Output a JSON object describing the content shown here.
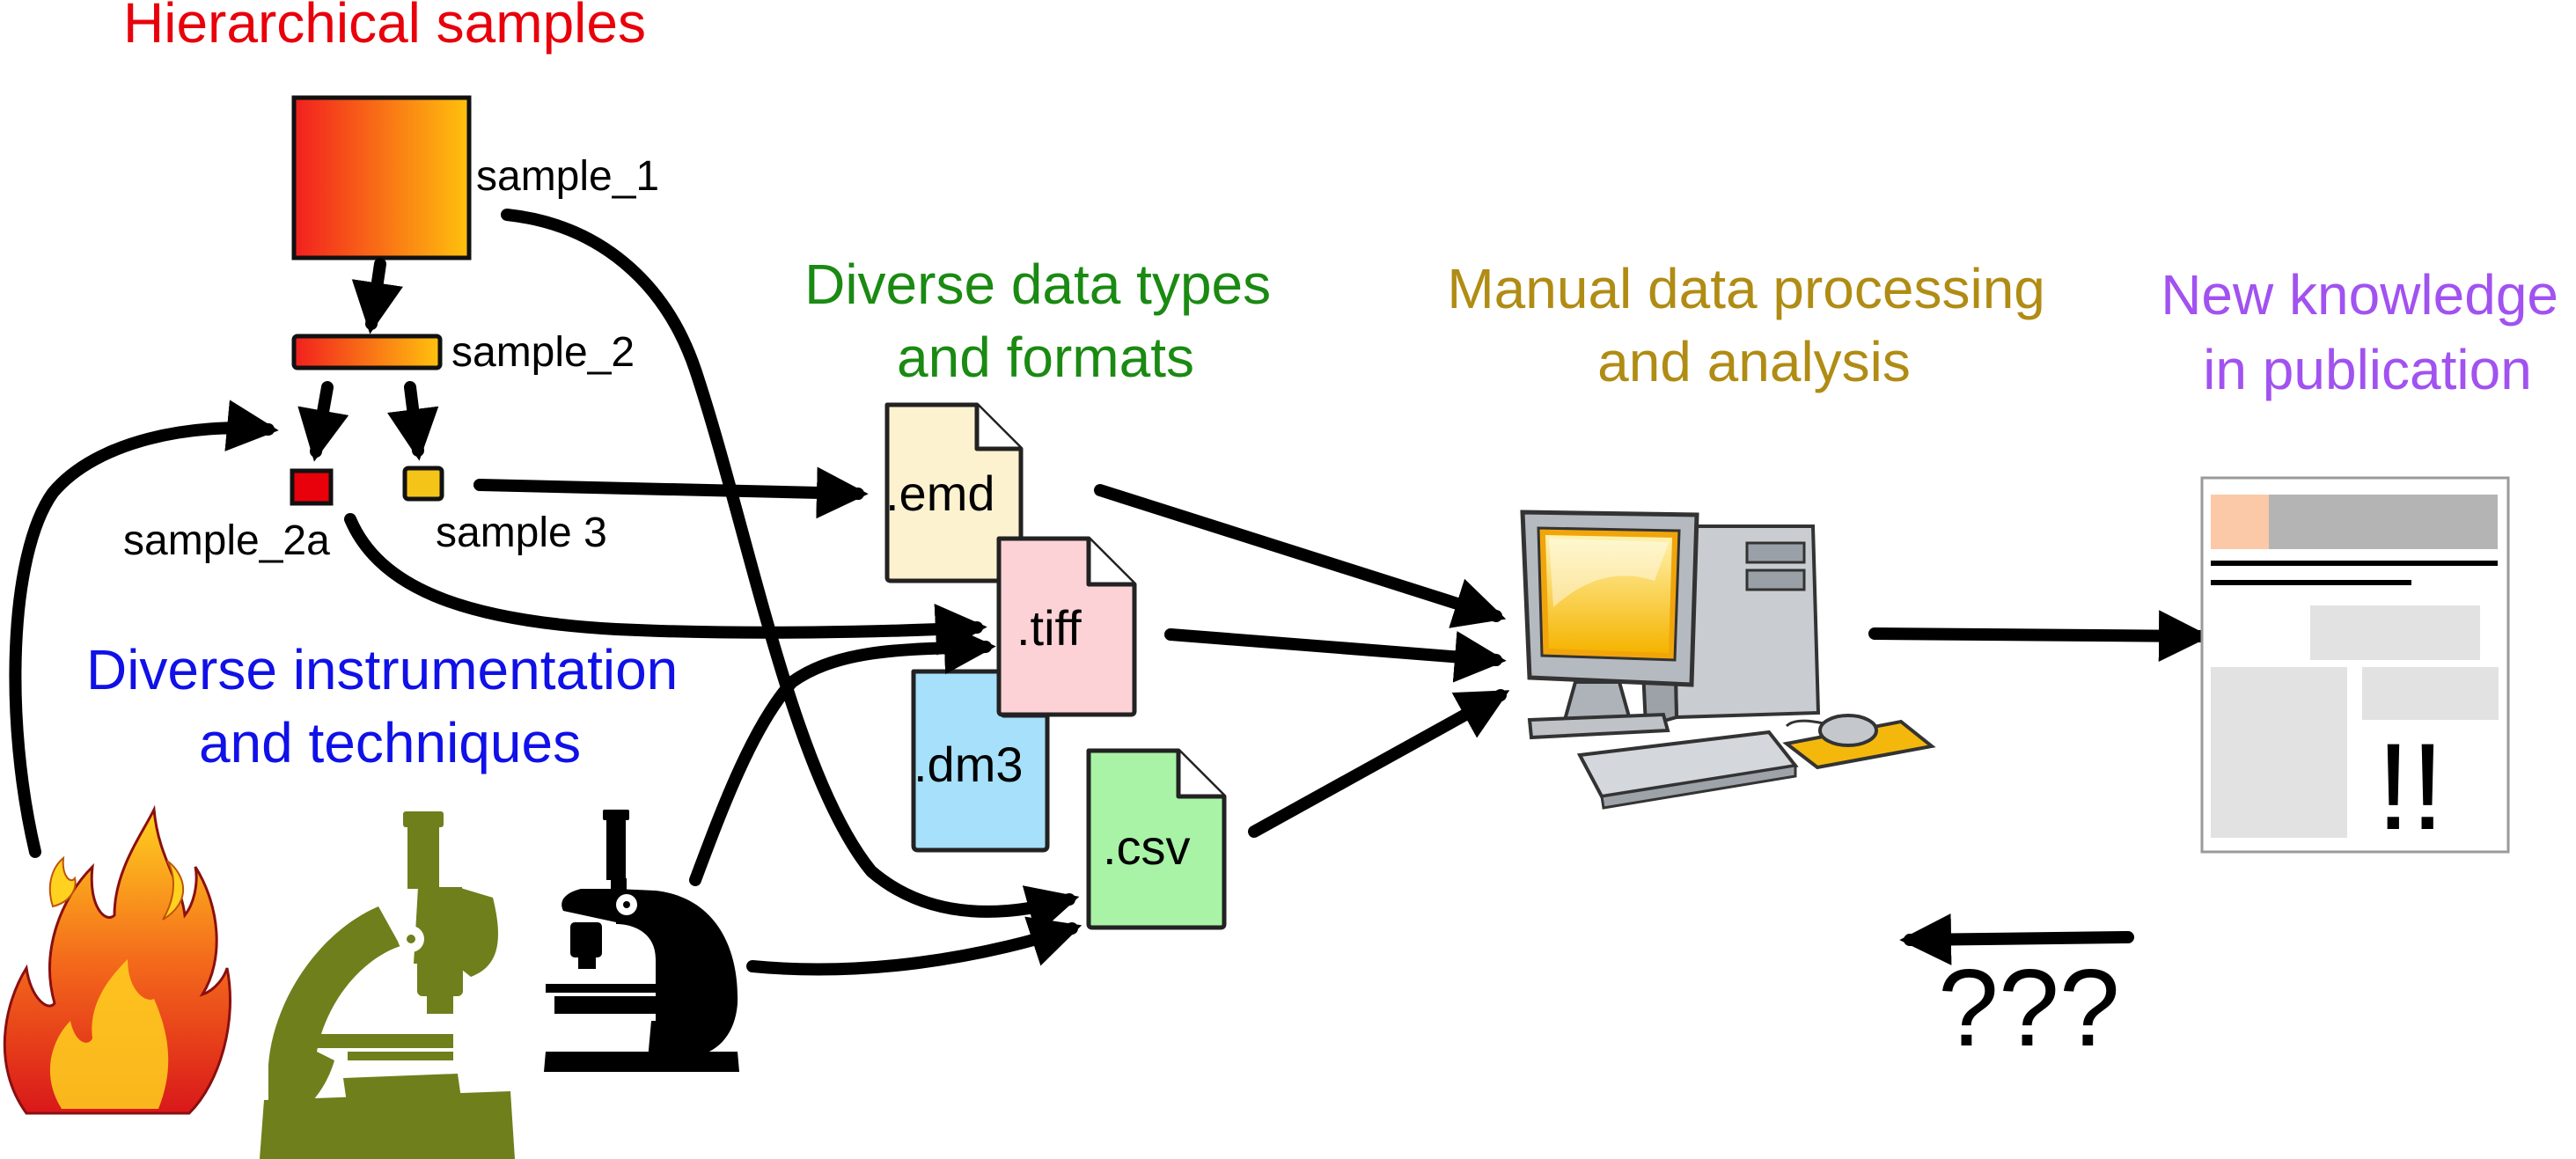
{
  "headings": {
    "samples": "Hierarchical samples",
    "data_types": [
      "Diverse data types",
      "and formats"
    ],
    "processing": [
      "Manual data processing",
      "and analysis"
    ],
    "knowledge": [
      "New knowledge",
      "in publication"
    ],
    "instruments": [
      "Diverse instrumentation",
      "and techniques"
    ]
  },
  "samples": {
    "sample_1": "sample_1",
    "sample_2": "sample_2",
    "sample_2a": "sample_2a",
    "sample_3": "sample 3"
  },
  "files": {
    "emd": ".emd",
    "tiff": ".tiff",
    "dm3": ".dm3",
    "csv": ".csv"
  },
  "publication": {
    "mark": "!!"
  },
  "feedback": {
    "mark": "???"
  },
  "colors": {
    "samples_heading": "#e8000b",
    "data_types_heading": "#1a8a12",
    "processing_heading": "#b08c14",
    "knowledge_heading": "#a152f0",
    "instruments_heading": "#1010e8",
    "emd_file": "#fdf2d0",
    "tiff_file": "#fcd2d6",
    "dm3_file": "#a6e0fa",
    "csv_file": "#a8f3a6",
    "microscope_green": "#6f7f1c"
  },
  "icons": {
    "fire": "fire-icon",
    "microscope_large": "microscope-green-icon",
    "microscope_small": "microscope-black-icon",
    "computer": "desktop-computer-icon",
    "publication": "publication-page-icon"
  }
}
